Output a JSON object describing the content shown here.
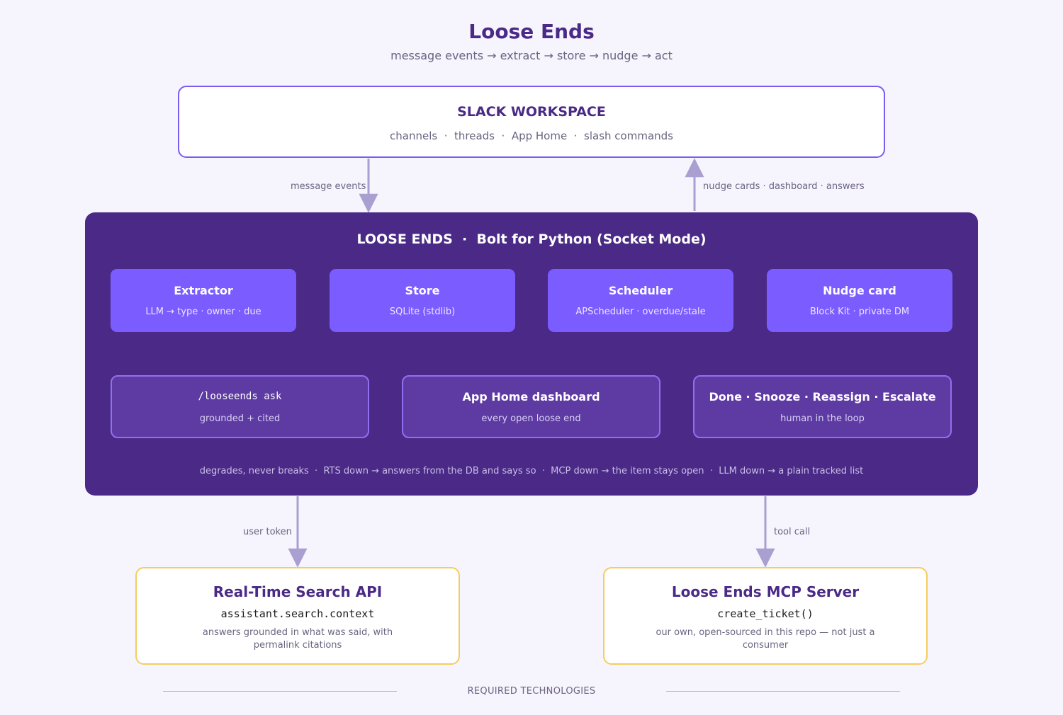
{
  "header": {
    "title": "Loose Ends",
    "subtitle": "message events → extract → store → nudge → act"
  },
  "slack": {
    "title": "SLACK WORKSPACE",
    "subtitle": "channels  ·  threads  ·  App Home  ·  slash commands"
  },
  "edges": {
    "message_events": "message events",
    "nudge_cards": "nudge cards · dashboard · answers",
    "user_token": "user token",
    "tool_call": "tool call"
  },
  "core": {
    "title": "LOOSE ENDS  ·  Bolt for Python (Socket Mode)",
    "stages": [
      {
        "title": "Extractor",
        "subtitle": "LLM → type · owner · due"
      },
      {
        "title": "Store",
        "subtitle": "SQLite (stdlib)"
      },
      {
        "title": "Scheduler",
        "subtitle": "APScheduler · overdue/stale"
      },
      {
        "title": "Nudge card",
        "subtitle": "Block Kit · private DM"
      }
    ],
    "secondary": [
      {
        "title": "/looseends ask",
        "subtitle": "grounded + cited"
      },
      {
        "title": "App Home dashboard",
        "subtitle": "every open loose end"
      },
      {
        "title": "Done · Snooze · Reassign · Escalate",
        "subtitle": "human in the loop"
      }
    ],
    "degrade_note": "degrades, never breaks  ·  RTS down → answers from the DB and says so  ·  MCP down → the item stays open  ·  LLM down → a plain tracked list"
  },
  "external": [
    {
      "title": "Real-Time Search API",
      "code": "assistant.search.context",
      "description": "answers grounded in what was said, with permalink citations"
    },
    {
      "title": "Loose Ends MCP Server",
      "code": "create_ticket()",
      "description": "our own, open-sourced in this repo — not just a consumer"
    }
  ],
  "footer": {
    "label": "REQUIRED TECHNOLOGIES"
  },
  "colors": {
    "background": "#f6f4fd",
    "core": "#4a2a86",
    "stage": "#7b5cff",
    "slack_border": "#7b5cf0",
    "external_border": "#f5cd5c",
    "arrow": "#a99fd0"
  }
}
